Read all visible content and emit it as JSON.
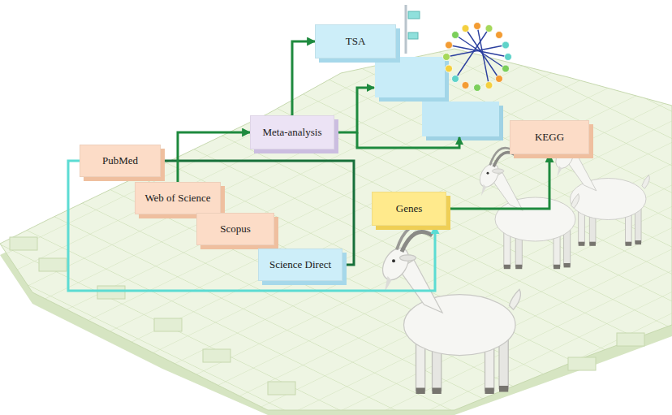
{
  "diagram": {
    "nodes": [
      {
        "text": [
          "PubMed"
        ]
      },
      {
        "text": [
          "Web of Science"
        ]
      },
      {
        "text": [
          "Scopus"
        ]
      },
      {
        "text": [
          "Science Direct"
        ]
      },
      {
        "text": [
          "Meta-analysis"
        ]
      },
      {
        "text": [
          "TSA"
        ]
      },
      {
        "text": [
          "Genes"
        ]
      },
      {
        "text": [
          "KEGG"
        ]
      }
    ],
    "edges": [
      {
        "from": 0,
        "to": 3,
        "arrow": "none"
      },
      {
        "from": 1,
        "to": 4,
        "arrow": "to"
      },
      {
        "from": 4,
        "to": 5,
        "arrow": "to"
      },
      {
        "from": 0,
        "to": 6,
        "arrow": "to"
      },
      {
        "from": 6,
        "to": 7,
        "arrow": "to"
      }
    ]
  }
}
